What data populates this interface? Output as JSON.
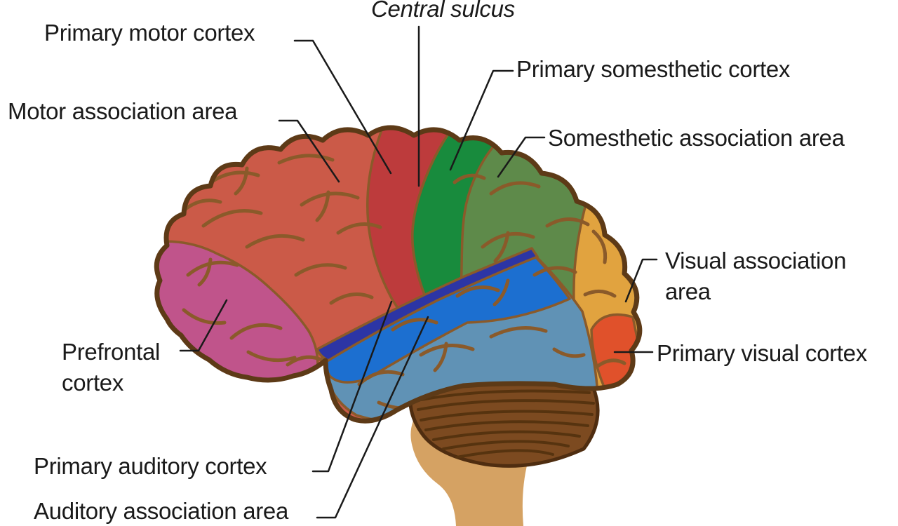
{
  "diagram": {
    "type": "brain-lateral-view-functional-areas",
    "background": "#ffffff",
    "line_color": "#1a1a1a",
    "text_color": "#1a1a1a",
    "colors": {
      "cerebrum_base": "#cb5a48",
      "primary_motor": "#bd3b3c",
      "primary_somesthetic": "#188b3d",
      "somesthetic_association": "#5e8a4a",
      "prefrontal": "#c0548b",
      "lateral_sulcus": "#2c35a5",
      "primary_auditory": "#1c6fd0",
      "auditory_association": "#6092b5",
      "visual_association": "#e1a33f",
      "primary_visual": "#e0512b",
      "cerebellum": "#7c4a20",
      "cerebellum_stripe": "#56330f",
      "cerebellum_outline": "#4f2d10",
      "brainstem": "#d5a263",
      "outline": "#5d3a17",
      "gyri": "#8a5a2a"
    },
    "labels": {
      "central_sulcus": {
        "text": "Central sulcus"
      },
      "primary_motor_cortex": {
        "text": "Primary motor cortex"
      },
      "motor_association_area": {
        "text": "Motor association area"
      },
      "primary_somesthetic_cortex": {
        "text": "Primary somesthetic cortex"
      },
      "somesthetic_association_area": {
        "text": "Somesthetic association area"
      },
      "visual_association_area": {
        "line1": "Visual association",
        "line2": "area"
      },
      "primary_visual_cortex": {
        "text": "Primary visual cortex"
      },
      "prefrontal_cortex": {
        "line1": "Prefrontal",
        "line2": "cortex"
      },
      "primary_auditory_cortex": {
        "text": "Primary auditory cortex"
      },
      "auditory_association_area": {
        "text": "Auditory association area"
      }
    }
  }
}
